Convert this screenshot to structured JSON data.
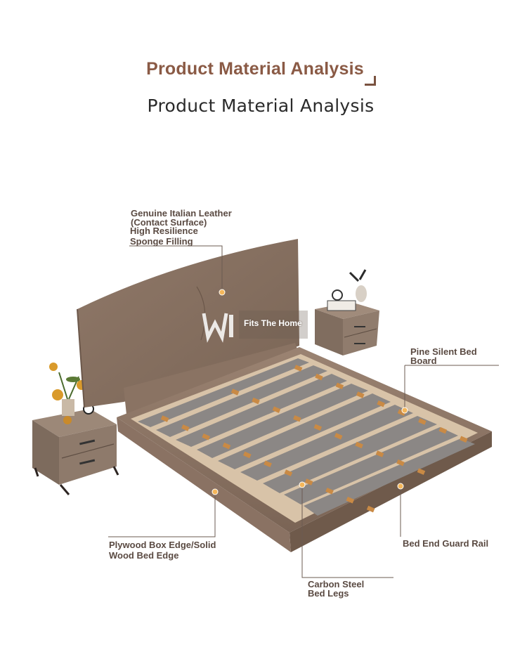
{
  "header": {
    "title": "Product Material Analysis",
    "subtitle": "Product Material Analysis"
  },
  "watermark": "Fits The Home",
  "callouts": {
    "leather": "Genuine Italian Leather\n(Contact Surface)",
    "sponge": "High Resilience\nSponge Filling",
    "pine": "Pine Silent Bed\nBoard",
    "plywood": "Plywood Box Edge/Solid\nWood Bed Edge",
    "guard": "Bed End Guard Rail",
    "legs": "Carbon Steel\nBed Legs"
  },
  "colors": {
    "title": "#8a5a45",
    "leather": "#8c7565",
    "leather_dark": "#6f5b4e",
    "slat": "#8b8785",
    "wood": "#c98a45",
    "dot": "#f4b65a"
  }
}
